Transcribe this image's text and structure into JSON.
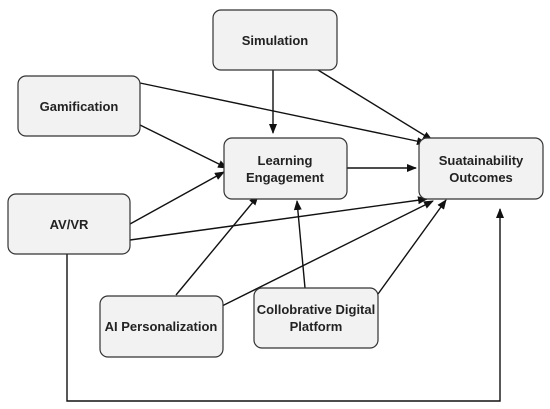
{
  "colors": {
    "node_fill": "#f2f2f2",
    "node_stroke": "#333333",
    "edge": "#111111",
    "text": "#222222"
  },
  "nodes": {
    "simulation": {
      "lines": [
        "Simulation"
      ]
    },
    "gamification": {
      "lines": [
        "Gamification"
      ]
    },
    "learning_engagement": {
      "lines": [
        "Learning",
        "Engagement"
      ]
    },
    "sustainability_outcomes": {
      "lines": [
        "Suatainability",
        "Outcomes"
      ]
    },
    "av_vr": {
      "lines": [
        "AV/VR"
      ]
    },
    "ai_personalization": {
      "lines": [
        "AI Personalization"
      ]
    },
    "collaborative_platform": {
      "lines": [
        "Collobrative Digital",
        "Platform"
      ]
    }
  },
  "edges": [
    {
      "from": "simulation",
      "to": "learning_engagement"
    },
    {
      "from": "simulation",
      "to": "sustainability_outcomes"
    },
    {
      "from": "gamification",
      "to": "learning_engagement"
    },
    {
      "from": "gamification",
      "to": "sustainability_outcomes"
    },
    {
      "from": "learning_engagement",
      "to": "sustainability_outcomes"
    },
    {
      "from": "av_vr",
      "to": "learning_engagement"
    },
    {
      "from": "av_vr",
      "to": "sustainability_outcomes"
    },
    {
      "from": "av_vr",
      "to": "sustainability_outcomes",
      "routing": "elbow"
    },
    {
      "from": "ai_personalization",
      "to": "learning_engagement"
    },
    {
      "from": "ai_personalization",
      "to": "sustainability_outcomes"
    },
    {
      "from": "collaborative_platform",
      "to": "learning_engagement"
    },
    {
      "from": "collaborative_platform",
      "to": "sustainability_outcomes"
    }
  ]
}
